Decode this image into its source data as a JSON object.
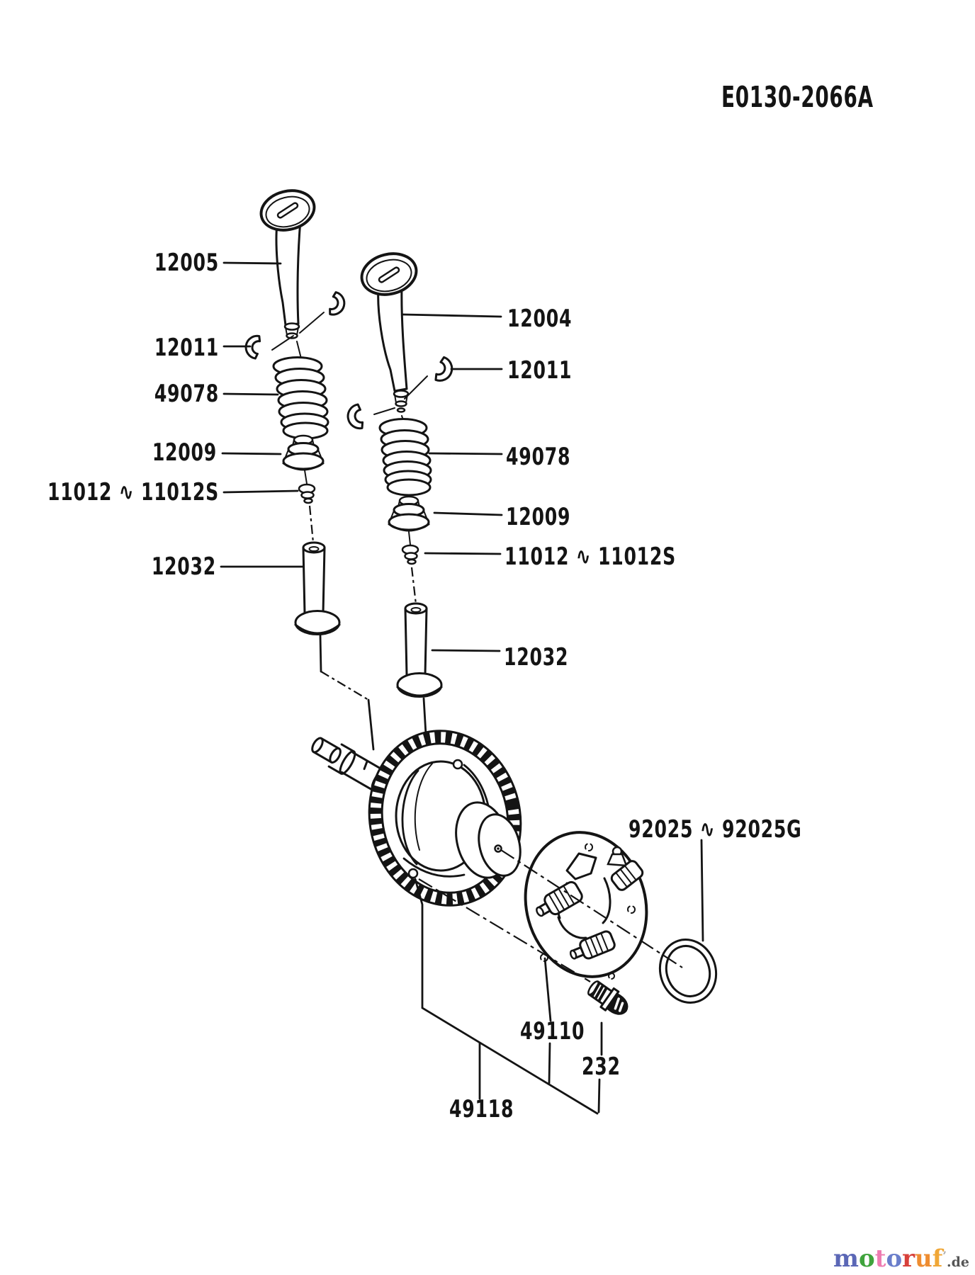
{
  "figure_code": "E0130-2066A",
  "colors": {
    "ink": "#141414",
    "background": "#ffffff"
  },
  "labels": {
    "left": [
      "12005",
      "12011",
      "49078",
      "12009",
      "11012 ∿ 11012S",
      "12032"
    ],
    "right": [
      "12004",
      "12011",
      "49078",
      "12009",
      "11012 ∿ 11012S",
      "12032"
    ],
    "lower": [
      "92025 ∿ 92025G",
      "49110",
      "232",
      "49118"
    ]
  },
  "watermark": {
    "letters": [
      {
        "ch": "m",
        "color": "#5b67b6"
      },
      {
        "ch": "o",
        "color": "#3fa33c"
      },
      {
        "ch": "t",
        "color": "#ee7cb1"
      },
      {
        "ch": "o",
        "color": "#6a7ecb"
      },
      {
        "ch": "r",
        "color": "#d8403a"
      },
      {
        "ch": "u",
        "color": "#ee8c30"
      },
      {
        "ch": "f",
        "color": "#f0a737"
      }
    ],
    "tick": "’",
    "tick_color": "#aaaaaa",
    "suffix": ".de",
    "suffix_color": "#555555"
  }
}
